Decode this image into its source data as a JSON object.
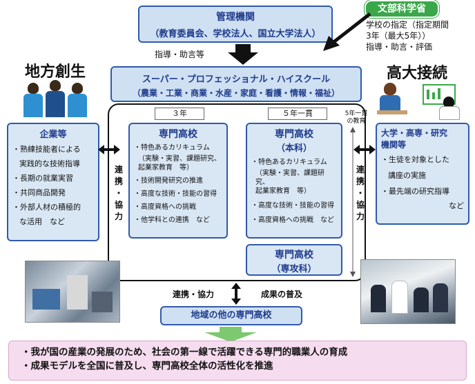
{
  "top": {
    "authority_title": "管理機関",
    "authority_sub": "（教育委員会、学校法人、国立大学法人）",
    "mext_label": "文部科学省",
    "mext_notes": [
      "学校の指定（指定期間",
      "3年（最大5年））",
      "指導・助言・評価"
    ],
    "guidance_label": "指導・助言等"
  },
  "left": {
    "heading": "地方創生",
    "box_title": "企業等",
    "items": [
      "・熟練技能者による",
      "実践的な技術指導",
      "・長期の就業実習",
      "・共同商品開発",
      "・外部人材の積極的",
      "な活用　など"
    ]
  },
  "right": {
    "heading": "高大接続",
    "box_title": [
      "大学・高専・研究",
      "機関等"
    ],
    "items": [
      "・生徒を対象とした",
      "講座の実施",
      "・最先端の研究指導",
      "など"
    ]
  },
  "center": {
    "title": "スーパー・プロフェッショナル・ハイスクール",
    "subtitle": "（農業・工業・商業・水産・家庭・看護・情報・福祉）",
    "tab3": "３年",
    "tab5": "５年一貫",
    "five_year_note": [
      "5年一貫",
      "の教育"
    ],
    "link_left": [
      "連",
      "携",
      "・",
      "協",
      "力"
    ],
    "link_right": [
      "連",
      "携",
      "・",
      "協",
      "力"
    ],
    "box3_title": "専門高校",
    "box3_items": [
      "・特色あるカリキュラム",
      "（実験・実習、課題研究、",
      "起業家教育　等）",
      "・技術開発研究の推進",
      "・高度な技術・技能の習得",
      "・高度資格への挑戦",
      "・他学科との連携　など"
    ],
    "box5_title": "専門高校",
    "box5_sub": "（本科）",
    "box5_items": [
      "・特色あるカリキュラム",
      "（実験・実習、課題研究、",
      "起業家教育　等）",
      "・高度な技術・技能の習得",
      "・高度資格への挑戦　など"
    ],
    "advanced_title": "専門高校",
    "advanced_sub": "（専攻科）"
  },
  "bottom": {
    "coop_label": "連携・協力",
    "spread_label": "成果の普及",
    "other_schools": "地域の他の専門高校",
    "goals": [
      "・我が国の産業の発展のため、社会の第一線で活躍できる専門的職業人の育成",
      "・成果モデルを全国に普及し、専門高校全体の活性化を推進"
    ]
  }
}
